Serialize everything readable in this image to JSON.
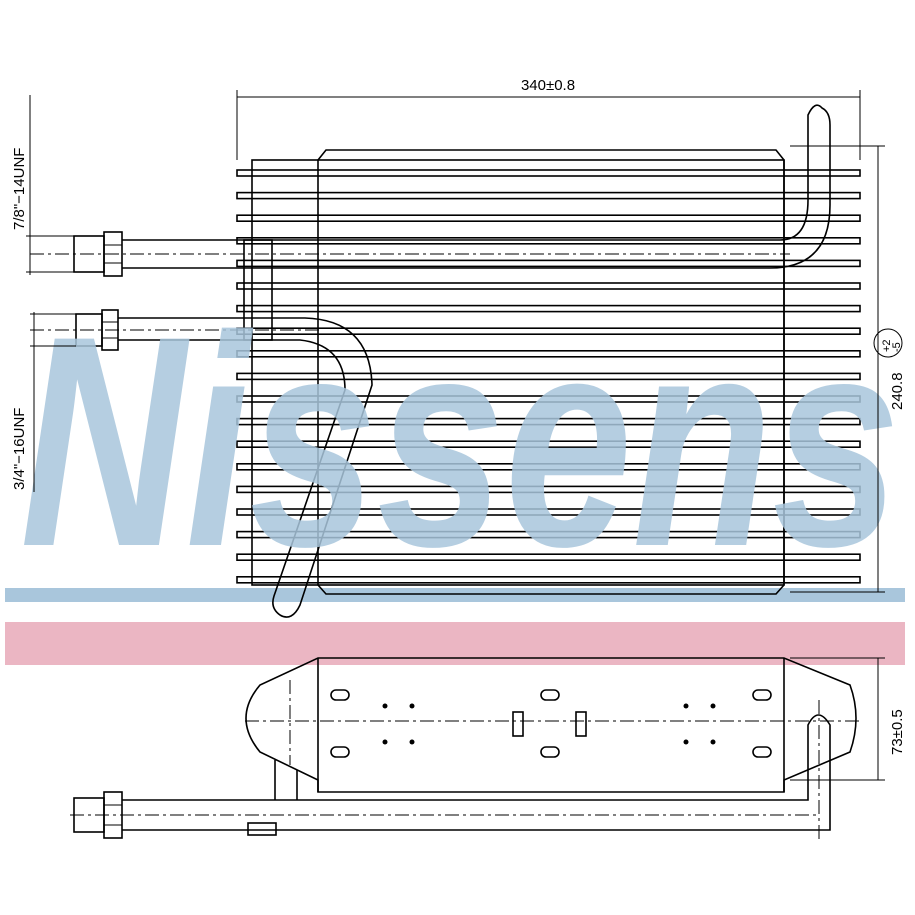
{
  "watermark": {
    "brand": "Nissens",
    "color": "#a9c6dc",
    "band_color": "#e8a9b8"
  },
  "dimensions": {
    "width": "340±0.8",
    "height": "240.8",
    "height_tol_upper": "+2",
    "height_tol_lower": "-5",
    "depth": "73±0.5",
    "inlet_thread": "7/8\"−14UNF",
    "outlet_thread": "3/4\"−16UNF"
  }
}
